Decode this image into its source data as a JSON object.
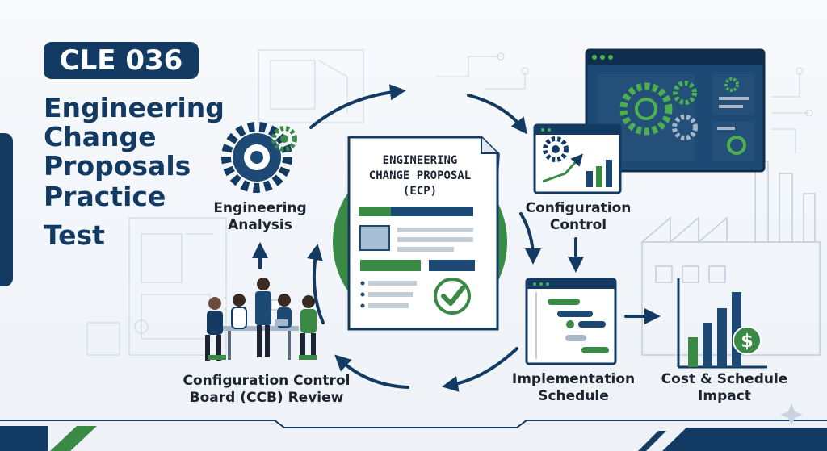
{
  "badge": "CLE 036",
  "title_lines": [
    "Engineering",
    "Change",
    "Proposals",
    "Practice",
    "Test"
  ],
  "document": {
    "title_lines": [
      "ENGINEERING",
      "CHANGE PROPOSAL",
      "(ECP)"
    ]
  },
  "steps": {
    "analysis": [
      "Engineering",
      "Analysis"
    ],
    "configuration": [
      "Configuration",
      "Control"
    ],
    "implementation": [
      "Implementation",
      "Schedule"
    ],
    "cost": [
      "Cost & Schedule",
      "Impact"
    ],
    "review": [
      "Configuration Control",
      "Board (CCB) Review"
    ]
  },
  "colors": {
    "navy": "#123a63",
    "green": "#3a8a45",
    "accent_green": "#4caf50",
    "line": "#b9c4d2"
  },
  "icons": [
    "gear-icon",
    "document-icon",
    "checkmark-icon",
    "bar-chart-icon",
    "dollar-icon",
    "gantt-chart-icon",
    "monitor-icon",
    "team-meeting-icon",
    "factory-icon"
  ]
}
